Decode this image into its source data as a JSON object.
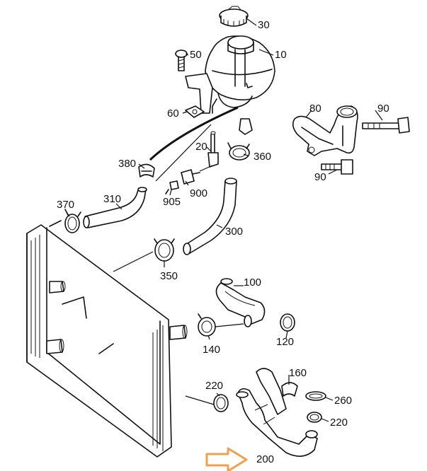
{
  "labels": {
    "p10": "10",
    "p20": "20",
    "p30": "30",
    "p50": "50",
    "p60": "60",
    "p80": "80",
    "p90a": "90",
    "p90b": "90",
    "p100": "100",
    "p120": "120",
    "p140": "140",
    "p160": "160",
    "p200": "200",
    "p220a": "220",
    "p220b": "220",
    "p260": "260",
    "p300": "300",
    "p310": "310",
    "p350": "350",
    "p360": "360",
    "p370": "370",
    "p380": "380",
    "p900": "900",
    "p905": "905"
  },
  "colors": {
    "line": "#111111",
    "highlight_arrow": "#f0a050",
    "background": "#ffffff"
  }
}
